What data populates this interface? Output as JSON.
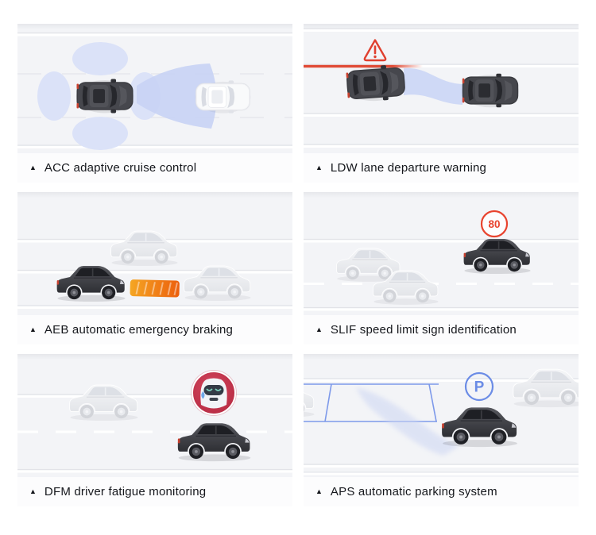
{
  "marker": "▲",
  "panels": [
    {
      "id": "acc",
      "caption": "ACC adaptive cruise control",
      "icon": "radar-waves-icon"
    },
    {
      "id": "ldw",
      "caption": "LDW lane departure warning",
      "icon": "warning-triangle-icon"
    },
    {
      "id": "aeb",
      "caption": "AEB automatic emergency braking",
      "icon": "braking-distance-bar-icon"
    },
    {
      "id": "slif",
      "caption": "SLIF speed limit sign identification",
      "icon": "speed-limit-sign-icon",
      "sign": "80"
    },
    {
      "id": "dfm",
      "caption": "DFM driver fatigue monitoring",
      "icon": "fatigue-face-icon"
    },
    {
      "id": "aps",
      "caption": "APS automatic parking system",
      "icon": "parking-sign-icon",
      "sign": "P"
    }
  ],
  "colors": {
    "page_bg": "#ffffff",
    "panel_bg": "#f3f4f7",
    "caption_text": "#15171c",
    "radar_blue": "#c8d3f4",
    "alert_red": "#e0402f",
    "speed_sign_red": "#e8432e",
    "fatigue_badge_red": "#c52f48",
    "parking_blue": "#6b8ce6",
    "brake_bar_orange_start": "#f5a623",
    "brake_bar_orange_end": "#ec5f0d"
  }
}
